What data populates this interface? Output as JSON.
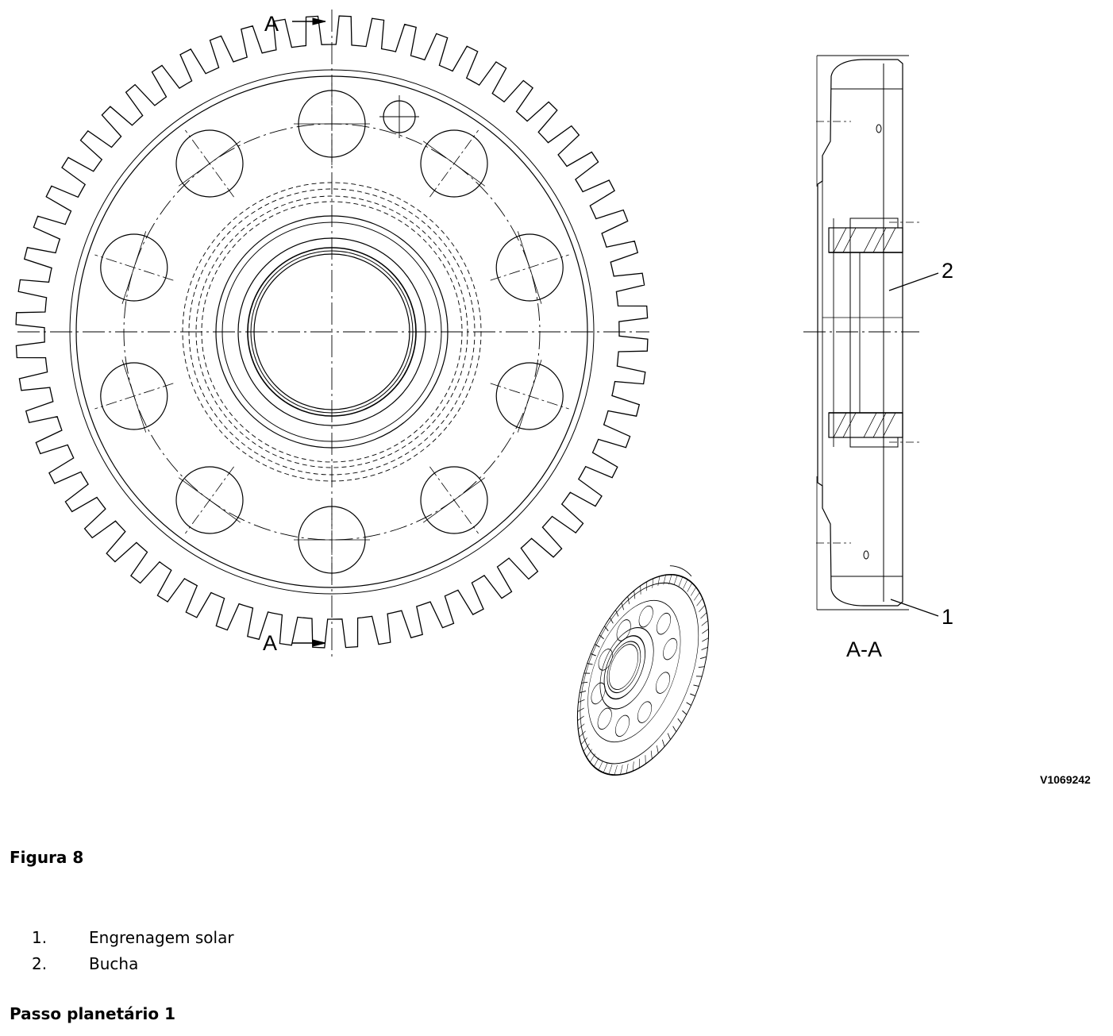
{
  "drawing": {
    "section_marker_top": "A",
    "section_marker_bottom": "A",
    "section_view_label": "A-A",
    "callout_1": "1",
    "callout_2": "2",
    "drawing_code": "V1069242",
    "teeth_count": 60,
    "bolt_hole_count": 10
  },
  "figure": {
    "caption": "Figura 8",
    "legend": [
      {
        "number": "1.",
        "text": "Engrenagem solar"
      },
      {
        "number": "2.",
        "text": "Bucha"
      }
    ]
  },
  "next_section": {
    "heading": "Passo planetário 1"
  }
}
